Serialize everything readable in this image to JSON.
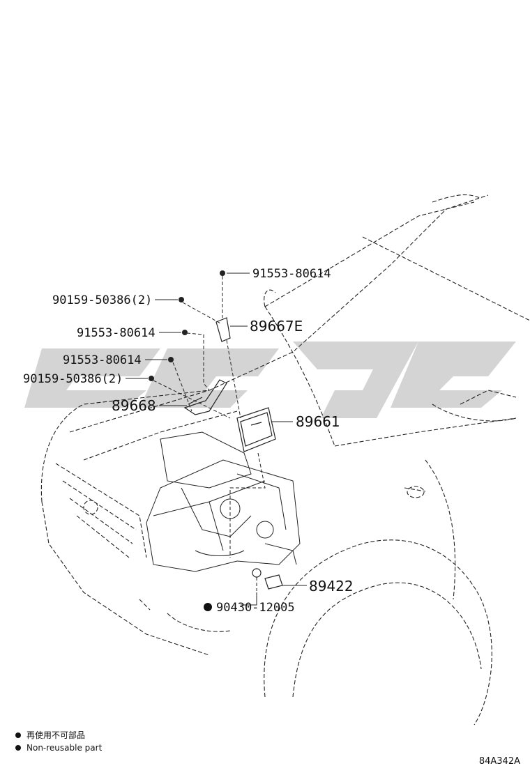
{
  "parts": {
    "p1": "91553-80614",
    "p2": "90159-50386(2)",
    "p3": "91553-80614",
    "p4": "89667E",
    "p5": "91553-80614",
    "p6": "90159-50386(2)",
    "p7": "89668",
    "p8": "89661",
    "p9": "89422",
    "p10": "90430-12005"
  },
  "legend": {
    "line1": "再使用不可部品",
    "line2": "Non-reusable part"
  },
  "diagram_code": "84A342A",
  "watermark_color": "#d4d4d4"
}
